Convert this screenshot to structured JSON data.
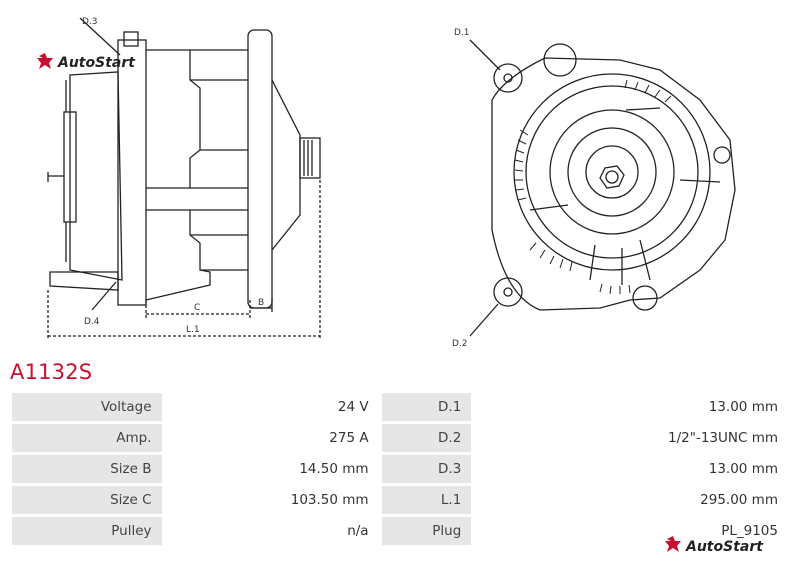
{
  "part_number": "A1132S",
  "brand": "AutoStart",
  "dimension_labels": {
    "d1": "D.1",
    "d2": "D.2",
    "d3": "D.3",
    "d4": "D.4",
    "c": "C",
    "b": "B",
    "l1": "L.1"
  },
  "specs": [
    {
      "label_a": "Voltage",
      "value_a": "24 V",
      "label_b": "D.1",
      "value_b": "13.00 mm"
    },
    {
      "label_a": "Amp.",
      "value_a": "275 A",
      "label_b": "D.2",
      "value_b": "1/2\"-13UNC mm"
    },
    {
      "label_a": "Size B",
      "value_a": "14.50 mm",
      "label_b": "D.3",
      "value_b": "13.00 mm"
    },
    {
      "label_a": "Size C",
      "value_a": "103.50 mm",
      "label_b": "L.1",
      "value_b": "295.00 mm"
    },
    {
      "label_a": "Pulley",
      "value_a": "n/a",
      "label_b": "Plug",
      "value_b": "PL_9105"
    }
  ],
  "colors": {
    "accent": "#c8102e",
    "label_bg": "#e6e6e6"
  }
}
